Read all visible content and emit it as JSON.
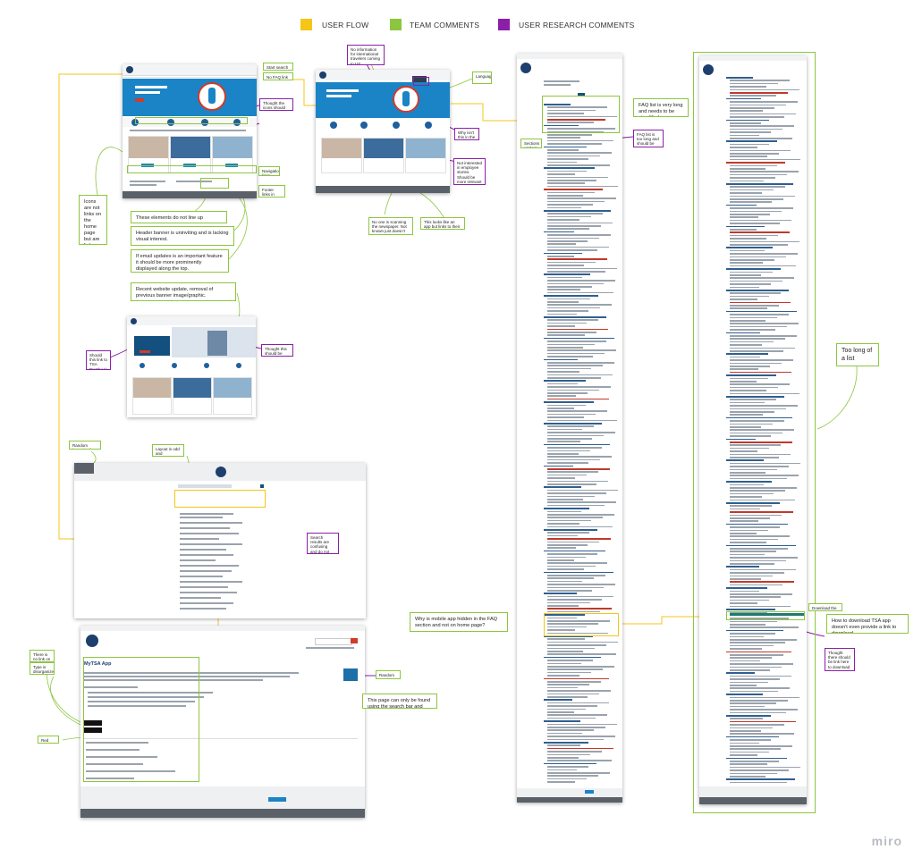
{
  "legend": [
    {
      "label": "USER FLOW",
      "color": "#F5C518"
    },
    {
      "label": "TEAM COMMENTS",
      "color": "#8CC63F"
    },
    {
      "label": "USER RESEARCH COMMENTS",
      "color": "#8B1FA9"
    }
  ],
  "notes": {
    "n_search": "Start search bar",
    "n_faq": "No FAQ link",
    "n_icons_links": "Thought the icons should be links",
    "n_icons_not_links": "Icons are not links on the home page but are links on other internal pages.",
    "n_navigation": "Navigation links",
    "n_footer_links": "Footer links in randomly ordered",
    "n_not_line_up": "These elements do not line up",
    "n_banner": "Header banner is uninviting and is lacking visual interest.",
    "n_email": "If email updates is an important feature it should be more prominently displayed along the top.",
    "n_recent": "Recent website update, removal of previous banner image/graphic.",
    "n_blog": "Should this link to TSA PreCheck page instead of blog?",
    "n_thought_links": "Thought this should be links",
    "n_no_info": "No information for international travelers coming to US",
    "n_language": "Language",
    "n_why_footer": "Why isn't this in the footer?",
    "n_not_interested": "Not interested in employee stories. Should be more relevant information",
    "n_no_one_scrolls": "No one is scanning the newspaper. Not known just doesn't seem as needed",
    "n_app_link": "This looks like an app but links to their twitter page.",
    "n_faq_long": "FAQ list is very long and needs to be simplified",
    "n_faq_long2": "FAQ list is too long and should be simplified",
    "n_sections": "Sections unclear",
    "n_random": "Random browsing list",
    "n_layout": "Layout is odd and disorganized",
    "n_search_results": "Search results are confusing and do not match the rest of the site layout",
    "n_no_link_home": "There is no link on home page",
    "n_type": "Type is disorganized",
    "n_random_graphic": "Random graphic",
    "n_only_found": "This page can only be found using the search bar and then clicking on the link",
    "n_red_dots": "Red dots",
    "n_mobile_hidden": "Why is mobile app hidden in the FAQ section and not on home page?",
    "n_download": "How to download TSA app doesn't even provide a link to download.",
    "n_thought_there": "Thought there should be link here to download the app",
    "n_download_app": "Download the app",
    "n_too_long": "Too long of a list"
  },
  "pages": {
    "app_title": "MyTSA App"
  },
  "watermark": "miro"
}
